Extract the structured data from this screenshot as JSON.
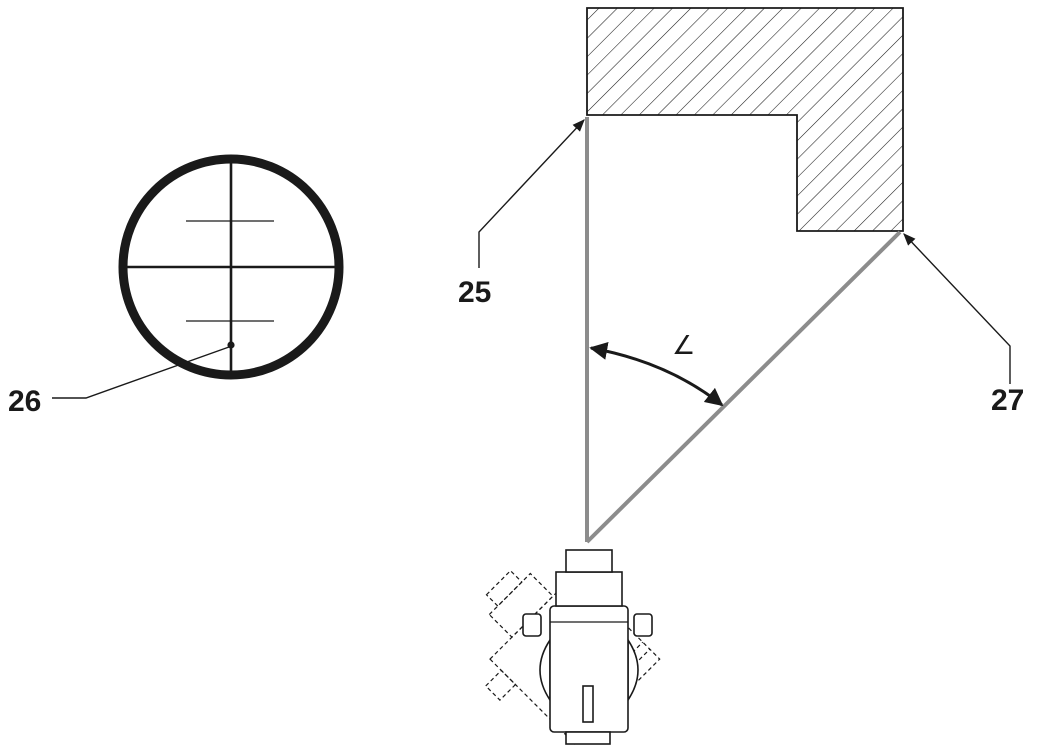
{
  "labels": {
    "ref_25": "25",
    "ref_26": "26",
    "ref_27": "27",
    "angle_symbol": "∠"
  },
  "colors": {
    "ink": "#1a1a1a",
    "sight_lines": "#8c8c8c",
    "background": "#ffffff"
  }
}
